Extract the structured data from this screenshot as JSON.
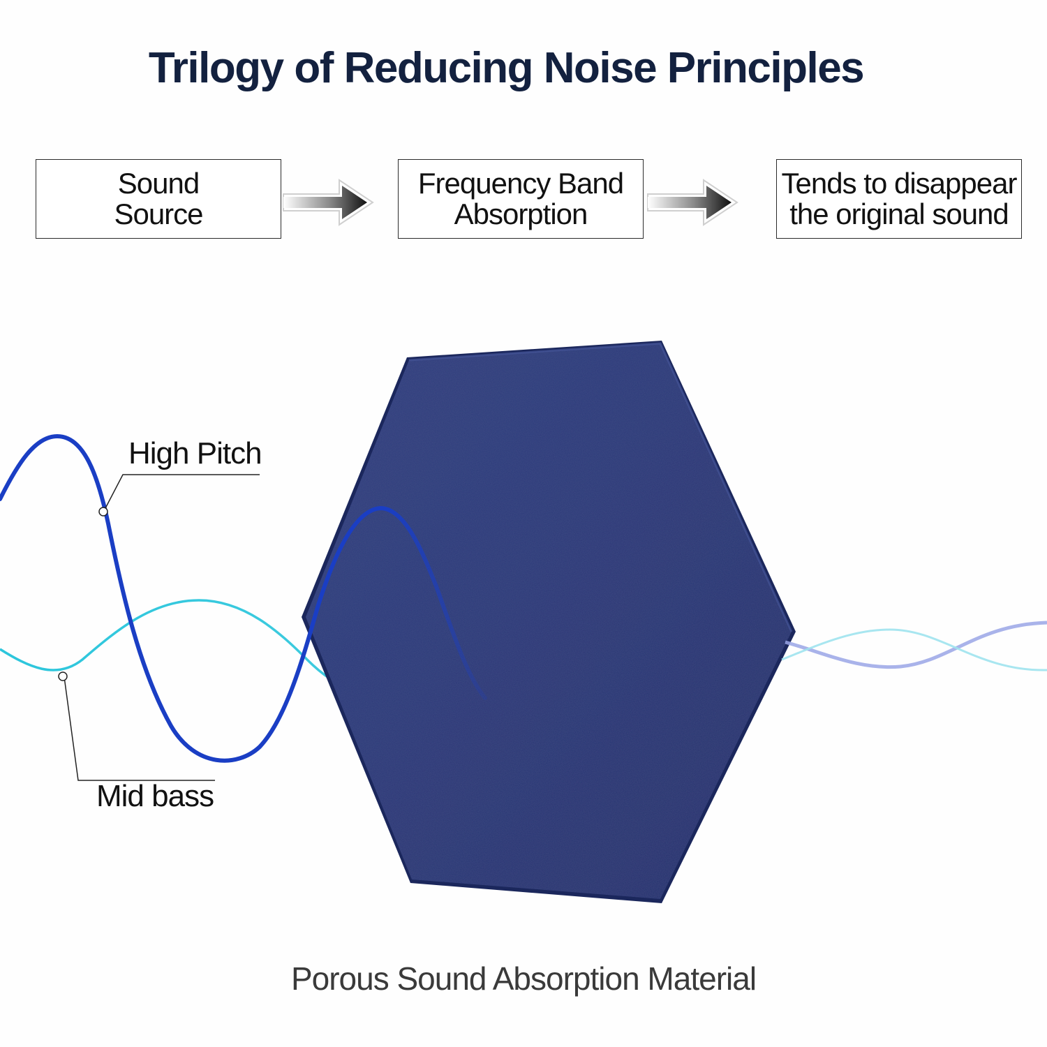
{
  "title": "Trilogy of Reducing Noise Principles",
  "steps": [
    {
      "line1": "Sound",
      "line2": "Source"
    },
    {
      "line1": "Frequency Band",
      "line2": "Absorption"
    },
    {
      "line1": "Tends to disappear",
      "line2": "the original sound"
    }
  ],
  "labels": {
    "high_pitch": "High Pitch",
    "mid_bass": "Mid bass"
  },
  "caption": "Porous Sound Absorption Material",
  "colors": {
    "title": "#13213f",
    "panel": "#2b3a78",
    "panel_dark": "#1f2c63",
    "high_wave": "#1a3ec4",
    "mid_wave": "#2cc6dc",
    "faded_high": "#9aa6e6",
    "faded_mid": "#9fe3ee"
  },
  "icons": {
    "flow_arrow": "right-arrow-icon",
    "label_pointer": "circle-pointer-icon"
  }
}
